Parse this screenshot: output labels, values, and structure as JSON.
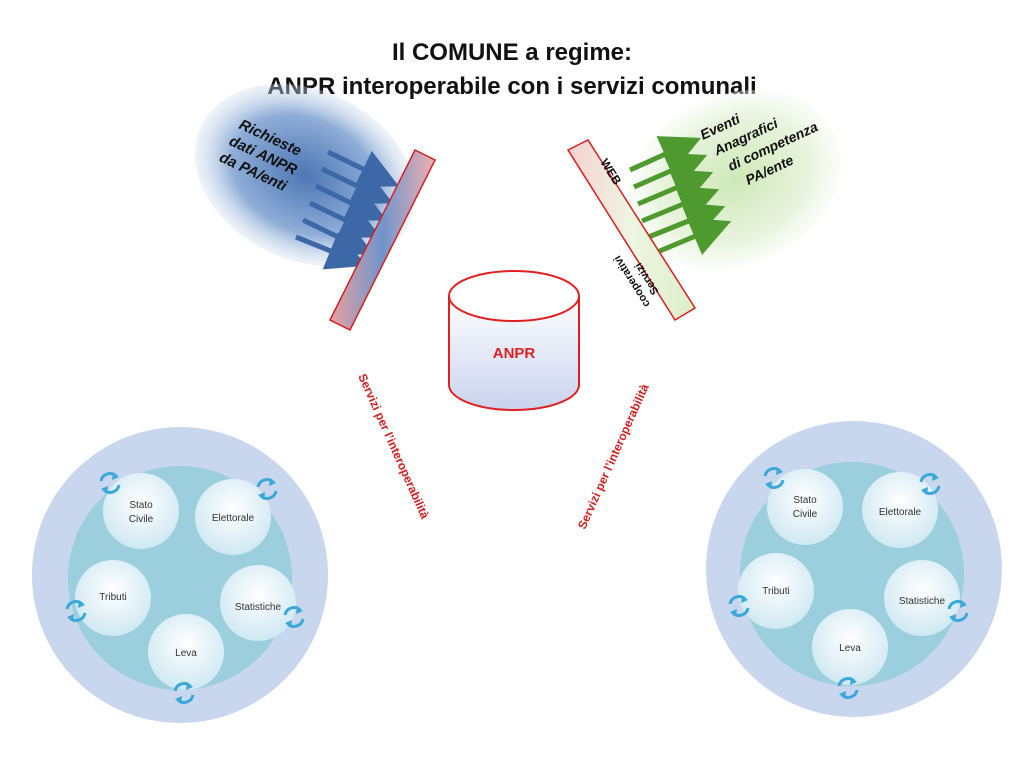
{
  "title": {
    "line1": "Il COMUNE a regime:",
    "line2": "ANPR interoperabile con i servizi comunali"
  },
  "requests": {
    "lines": [
      "Richieste",
      "dati ANPR",
      "da PA/enti"
    ],
    "color": "#4f81bd"
  },
  "events": {
    "lines": [
      "Eventi",
      "Anagrafici",
      "di competenza",
      "PA/ente"
    ],
    "color": "#5aad3a"
  },
  "web_bar": {
    "web": "WEB",
    "servizi": "Servizi",
    "cooperativi": "cooperativi"
  },
  "database": {
    "label": "ANPR",
    "color": "#e02020"
  },
  "interop": {
    "left": "Servizi per l’interoperabilità",
    "right": "Servizi per l’interoperabilità",
    "color": "#d62020"
  },
  "comuni": [
    {
      "services": [
        "Stato Civile",
        "Elettorale",
        "Tributi",
        "Statistiche",
        "Leva"
      ]
    },
    {
      "services": [
        "Stato Civile",
        "Elettorale",
        "Tributi",
        "Statistiche",
        "Leva"
      ]
    }
  ],
  "icons": {
    "sync": "sync-arrows-icon",
    "arrow": "arrow-icon"
  }
}
